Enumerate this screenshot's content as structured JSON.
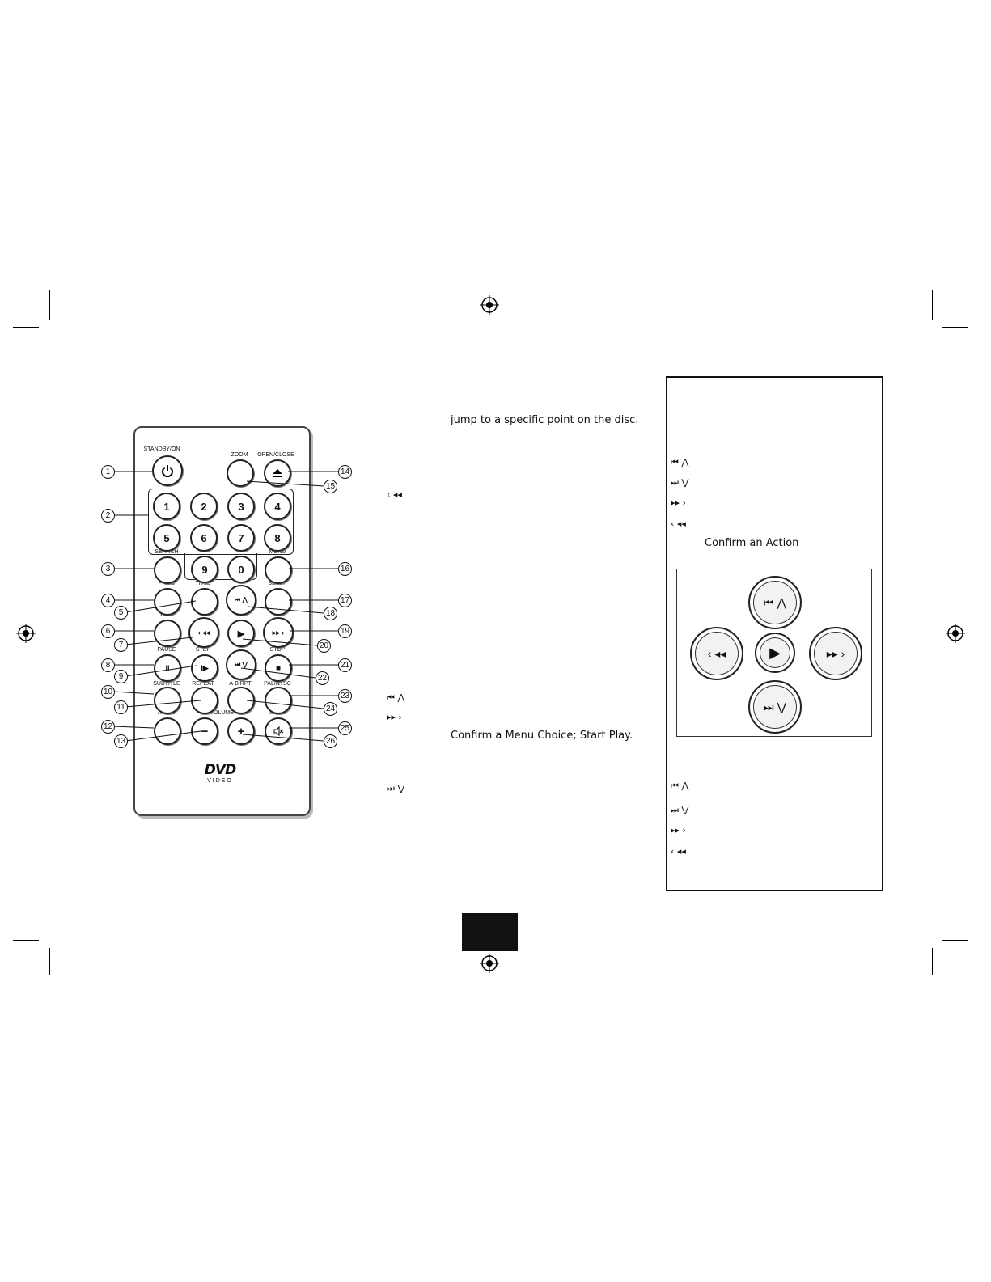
{
  "texts": {
    "jump": "jump to a specific point on the disc.",
    "confirm_menu": "Confirm a Menu Choice; Start Play.",
    "confirm_action": "Confirm an Action"
  },
  "remote": {
    "labels": {
      "standby": "STANDBY/ON",
      "zoom": "ZOOM",
      "open_close": "OPEN/CLOSE",
      "search": "SEARCH",
      "menu": "MENU",
      "prog": "PROG",
      "title": "TITLE",
      "setup": "SETUP",
      "osd": "OSD",
      "pause": "PAUSE",
      "step": "STEP",
      "stop": "STOP",
      "subtitle": "SUBTITLE",
      "repeat": "REPEAT",
      "ab_rpt": "A-B RPT",
      "pal_ntsc": "PAL/NTSC",
      "audio": "AUDIO",
      "volume": "VOLUME",
      "mute": "MUTE",
      "logo_sub": "VIDEO"
    },
    "digits": [
      "1",
      "2",
      "3",
      "4",
      "5",
      "6",
      "7",
      "8",
      "9",
      "0"
    ],
    "callouts": [
      "1",
      "2",
      "3",
      "4",
      "5",
      "6",
      "7",
      "8",
      "9",
      "10",
      "11",
      "12",
      "13",
      "14",
      "15",
      "16",
      "17",
      "18",
      "19",
      "20",
      "21",
      "22",
      "23",
      "24",
      "25",
      "26"
    ]
  },
  "icons": {
    "power": "power-icon",
    "eject": "eject-icon",
    "prev": "⏮︎ ⋀",
    "next": "⏭︎ ⋁",
    "ff": "▸▸ ›",
    "rew": "‹ ◂◂",
    "play": "▶",
    "pause": "II",
    "stop": "■",
    "plus": "+",
    "minus": "−"
  }
}
